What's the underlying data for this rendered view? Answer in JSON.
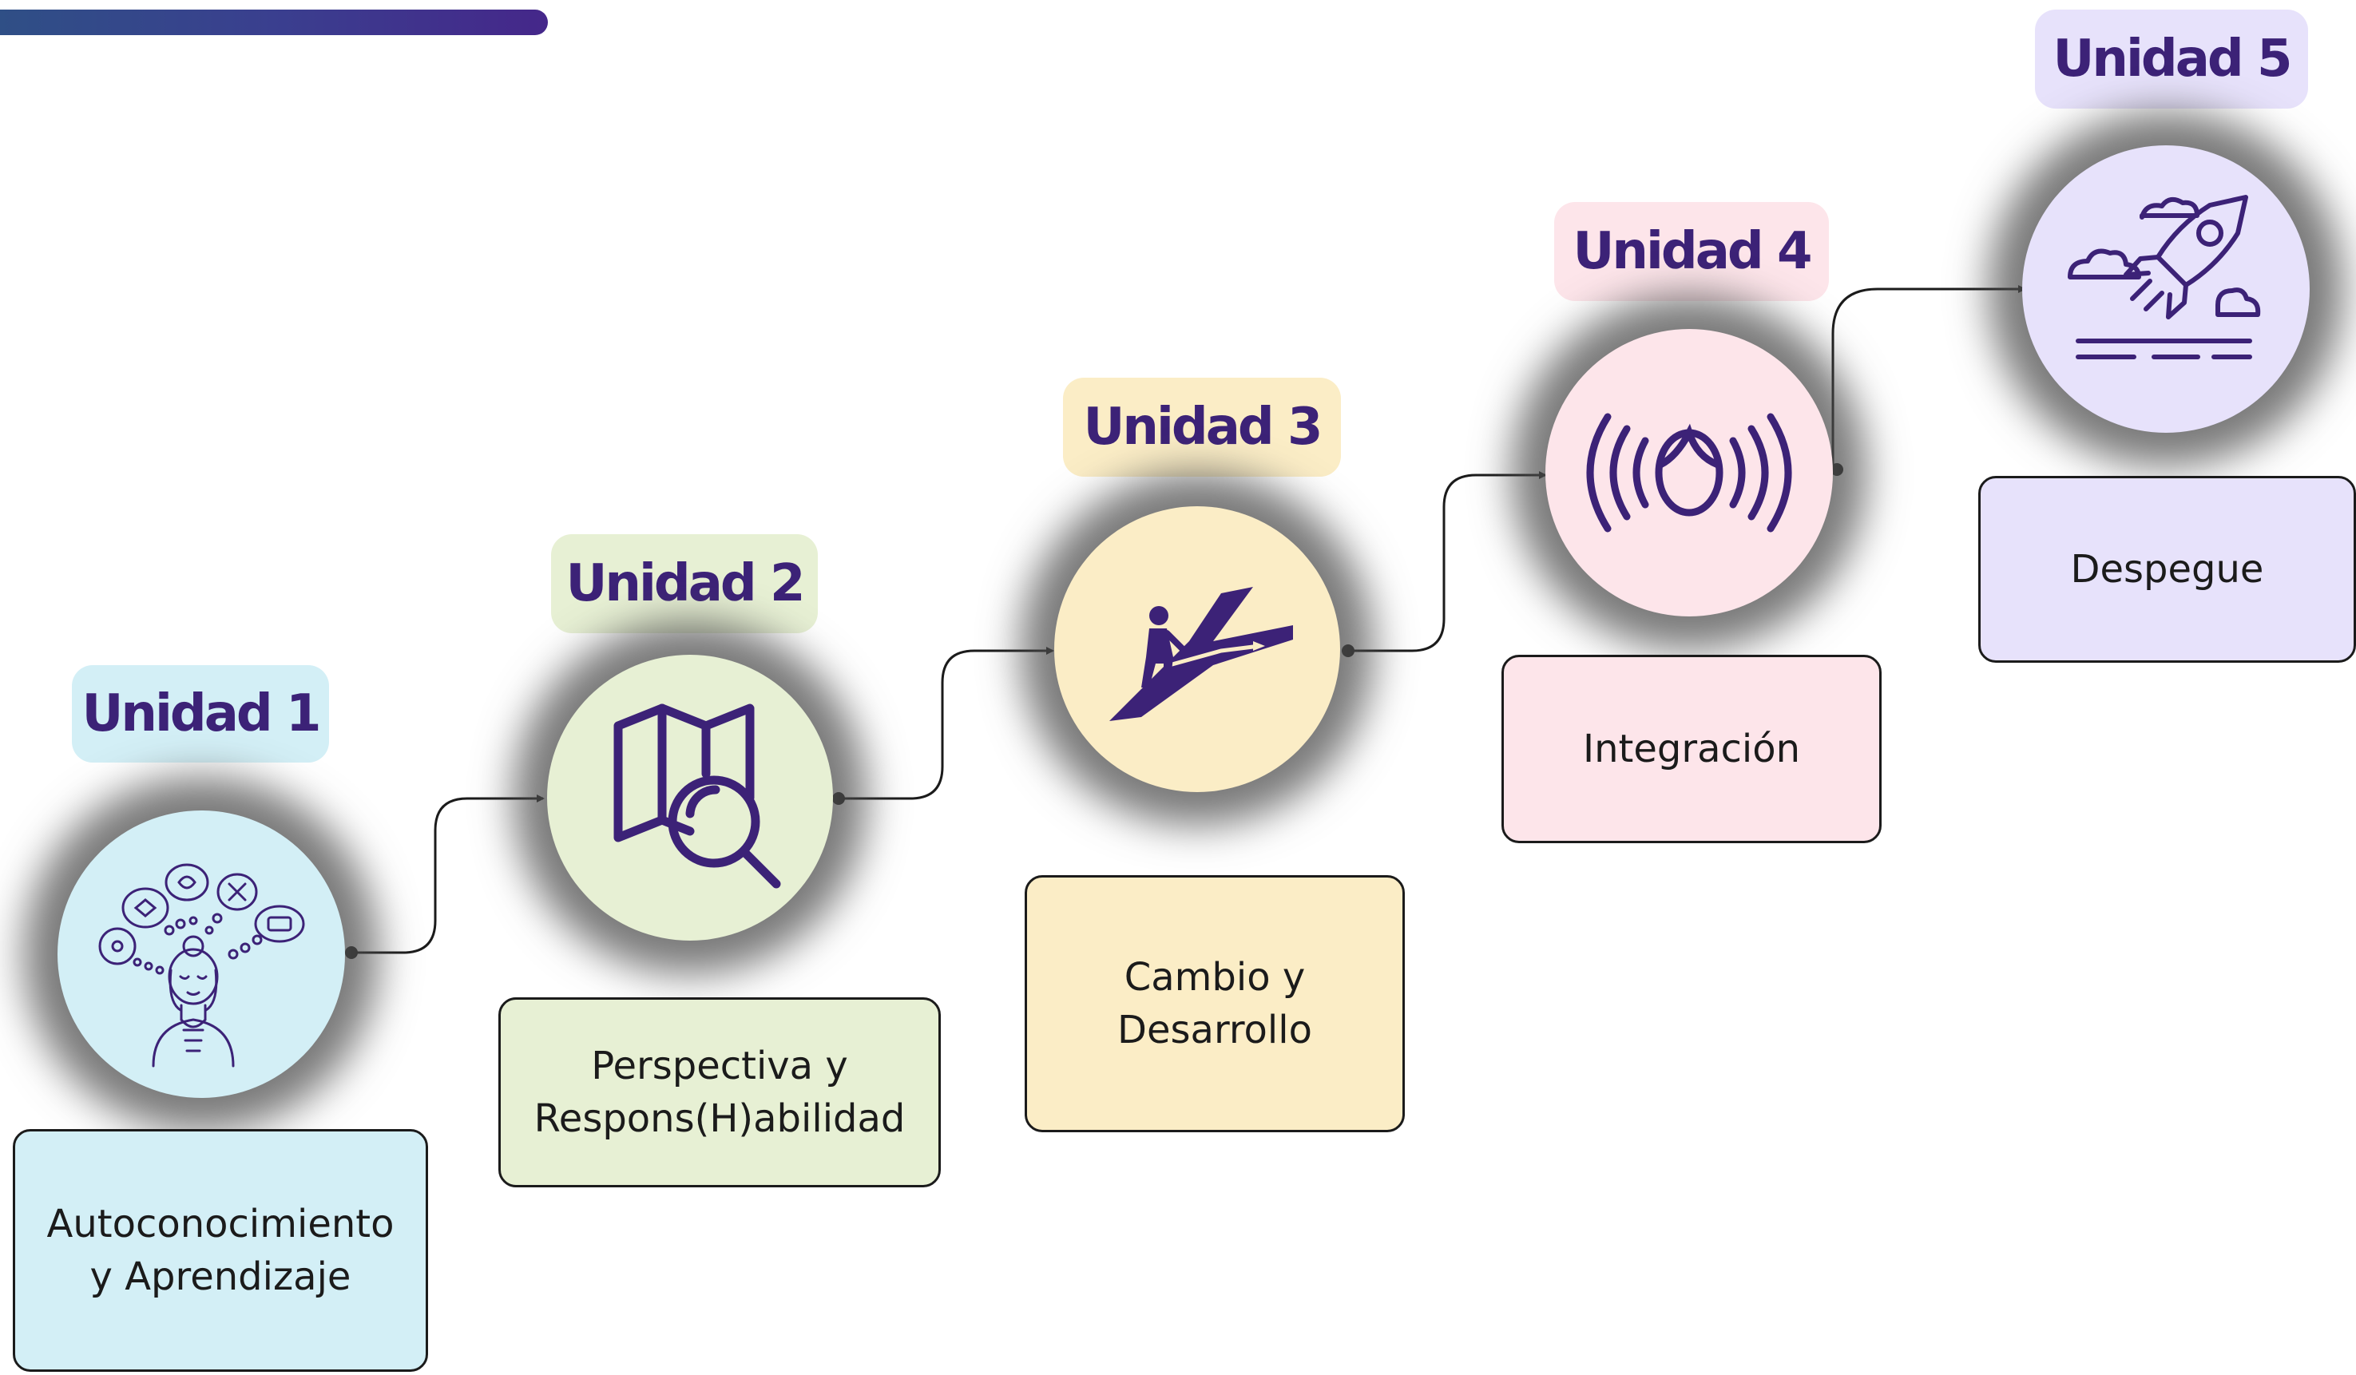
{
  "units": [
    {
      "badge": "Unidad 1",
      "title": "Autoconocimiento\ny Aprendizaje",
      "color": "#d3eff6",
      "icon": "person-thinking-icon"
    },
    {
      "badge": "Unidad 2",
      "title": "Perspectiva y\nRespons(H)abilidad",
      "color": "#e7f0d4",
      "icon": "map-magnifier-icon"
    },
    {
      "badge": "Unidad 3",
      "title": "Cambio y\nDesarrollo",
      "color": "#fbedc6",
      "icon": "hiker-path-icon"
    },
    {
      "badge": "Unidad 4",
      "title": "Integración",
      "color": "#fde5ea",
      "icon": "face-radiating-icon"
    },
    {
      "badge": "Unidad 5",
      "title": "Despegue",
      "color": "#e7e2fb",
      "icon": "rocket-icon"
    }
  ],
  "colors": {
    "accent": "#3c2277",
    "line": "#1b1b1b"
  }
}
